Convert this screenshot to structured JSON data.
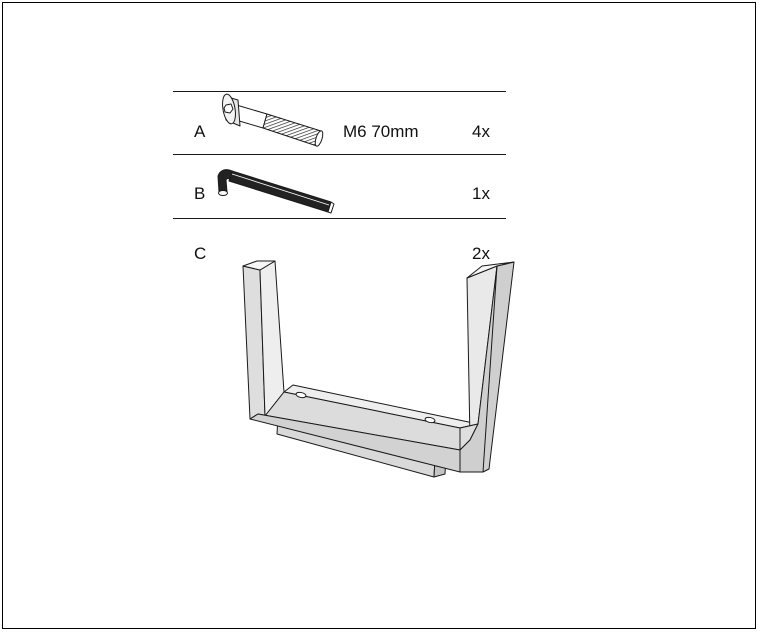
{
  "parts": [
    {
      "letter": "A",
      "spec": "M6 70mm",
      "quantity": "4x",
      "icon": "bolt-icon"
    },
    {
      "letter": "B",
      "spec": "",
      "quantity": "1x",
      "icon": "hex-key-icon"
    },
    {
      "letter": "C",
      "spec": "",
      "quantity": "2x",
      "icon": "u-frame-leg-icon"
    }
  ],
  "colors": {
    "line": "#1a1a1a",
    "face_light": "#eeeeee",
    "face_mid": "#dedede",
    "face_dark": "#c8c8c8"
  }
}
